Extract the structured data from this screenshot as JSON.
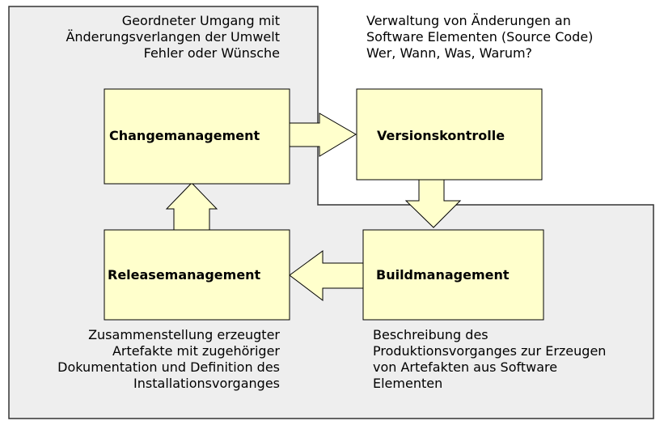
{
  "colors": {
    "region_fill": "#eeeeee",
    "region_stroke": "#333333",
    "box_fill": "#ffffcc",
    "box_stroke": "#000000"
  },
  "boxes": {
    "changemanagement": "Changemanagement",
    "versionskontrolle": "Versionskontrolle",
    "releasemanagement": "Releasemanagement",
    "buildmanagement": "Buildmanagement"
  },
  "descriptions": {
    "changemanagement": [
      "Geordneter Umgang mit",
      "Änderungsverlangen der Umwelt",
      "Fehler oder Wünsche"
    ],
    "versionskontrolle": [
      "Verwaltung von Änderungen an",
      "Software Elementen (Source Code)",
      "Wer, Wann, Was, Warum?"
    ],
    "releasemanagement": [
      "Zusammenstellung erzeugter",
      "Artefakte mit zugehöriger",
      "Dokumentation und Definition des",
      "Installationsvorganges"
    ],
    "buildmanagement": [
      "Beschreibung des",
      "Produktionsvorganges zur Erzeugen",
      "von Artefakten aus Software",
      "Elementen"
    ]
  }
}
